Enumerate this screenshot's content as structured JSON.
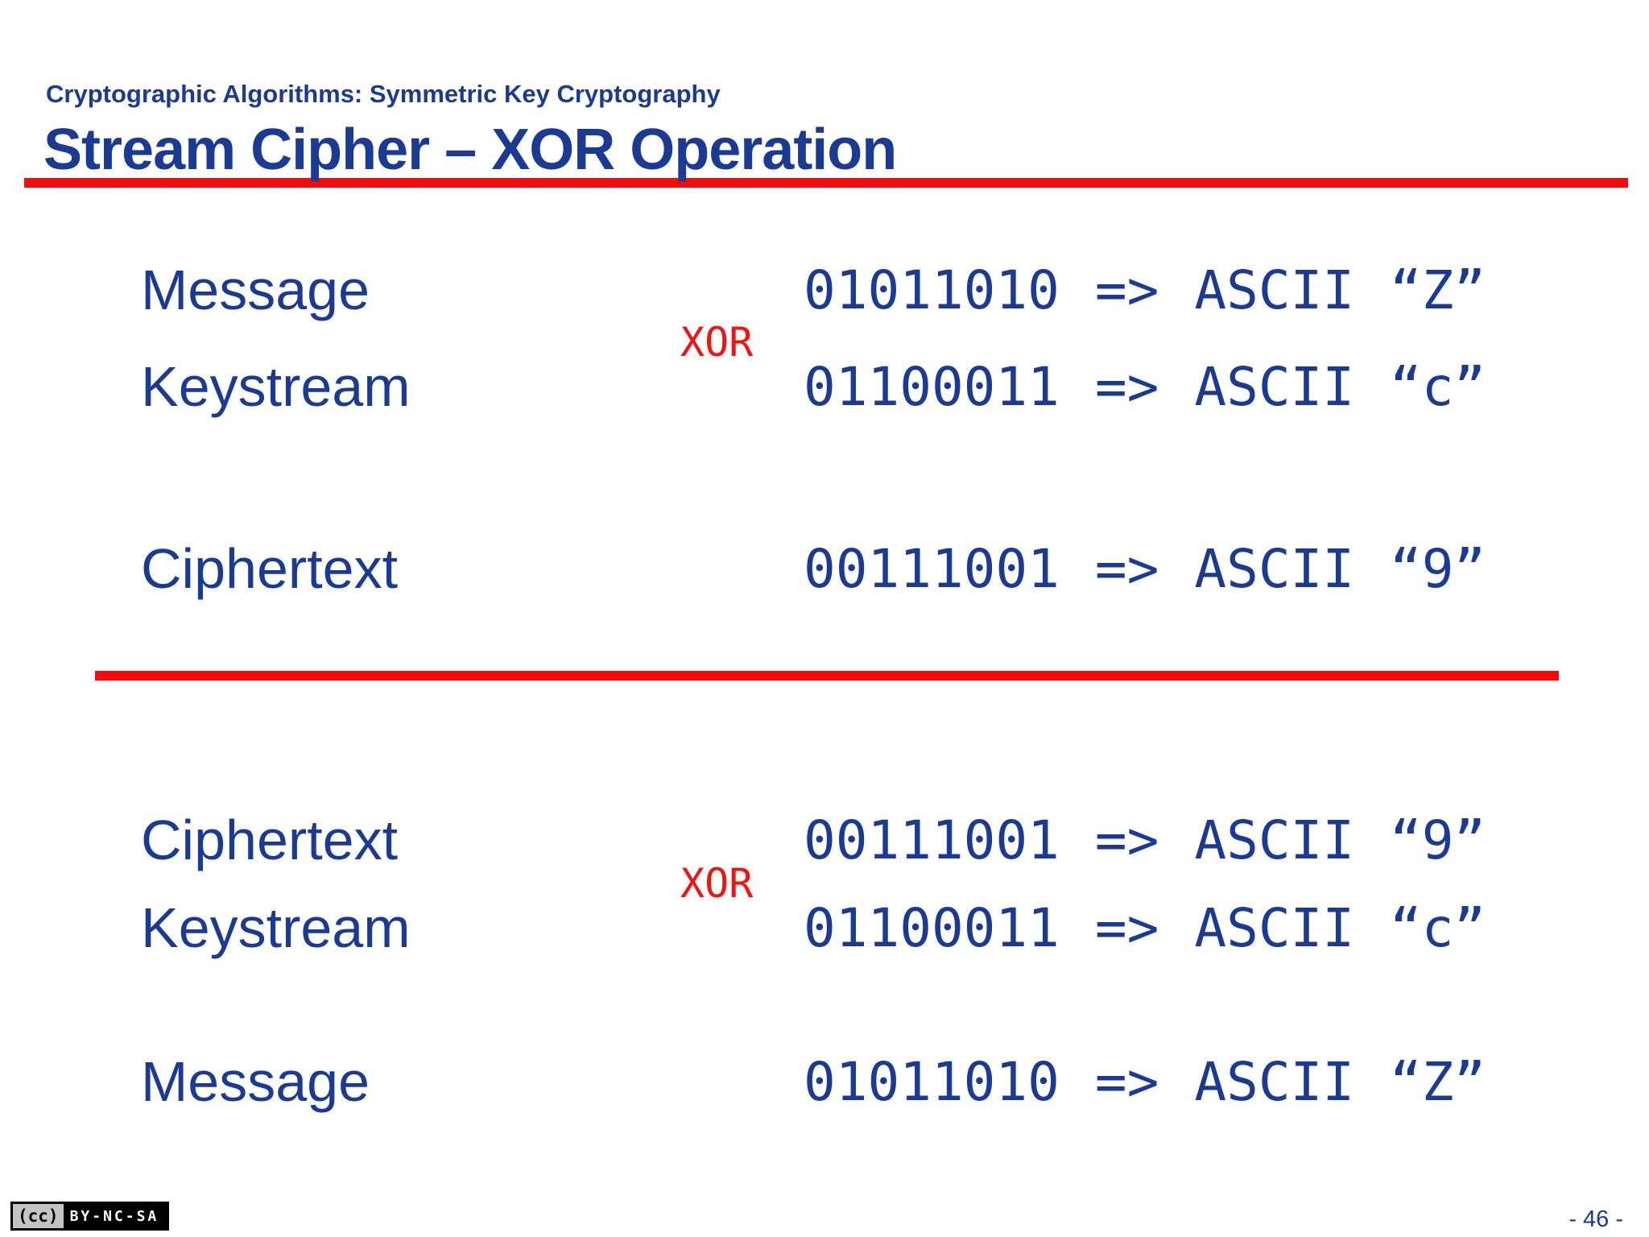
{
  "slide": {
    "kicker": "Cryptographic Algorithms: Symmetric Key Cryptography",
    "title": "Stream Cipher – XOR Operation",
    "page_number": "- 46 -",
    "colors": {
      "text_blue": "#1a3a94",
      "accent_red": "#f50b0b",
      "xor_red": "#ee1515"
    }
  },
  "encrypt": {
    "xor_label": "XOR",
    "rows": [
      {
        "label": "Message",
        "binary": "01011010",
        "arrow": "=>",
        "ascii": "ASCII",
        "char": "“Z”"
      },
      {
        "label": "Keystream",
        "binary": "01100011",
        "arrow": "=>",
        "ascii": "ASCII",
        "char": "“c”"
      },
      {
        "label": "Ciphertext",
        "binary": "00111001",
        "arrow": "=>",
        "ascii": "ASCII",
        "char": "“9”"
      }
    ]
  },
  "decrypt": {
    "xor_label": "XOR",
    "rows": [
      {
        "label": "Ciphertext",
        "binary": "00111001",
        "arrow": "=>",
        "ascii": "ASCII",
        "char": "“9”"
      },
      {
        "label": "Keystream",
        "binary": "01100011",
        "arrow": "=>",
        "ascii": "ASCII",
        "char": "“c”"
      },
      {
        "label": "Message",
        "binary": "01011010",
        "arrow": "=>",
        "ascii": "ASCII",
        "char": "“Z”"
      }
    ]
  },
  "footer": {
    "license_badge": {
      "cc_mark": "(cc)",
      "label": "BY-NC-SA"
    }
  }
}
